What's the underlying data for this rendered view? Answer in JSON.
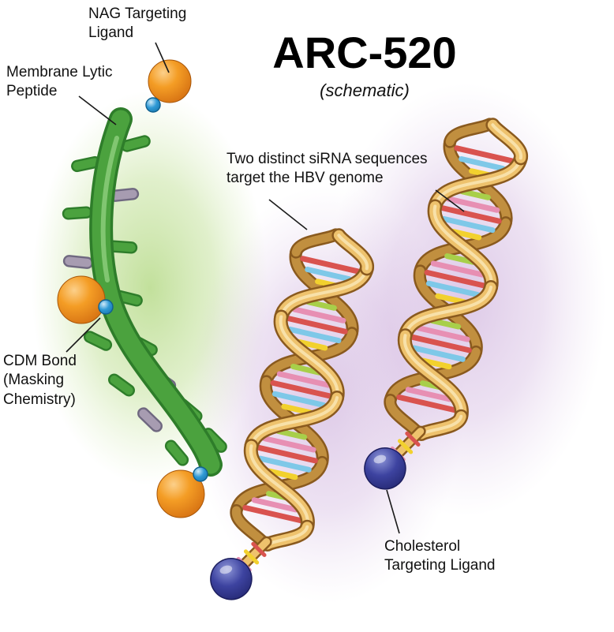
{
  "title": "ARC-520",
  "subtitle": "(schematic)",
  "annotations": {
    "nag_ligand": "NAG Targeting\nLigand",
    "membrane_peptide": "Membrane Lytic\nPeptide",
    "cdm_bond": "CDM Bond\n(Masking\nChemistry)",
    "sirna": "Two distinct siRNA sequences\ntarget the HBV genome",
    "cholesterol_ligand": "Cholesterol\nTargeting Ligand"
  },
  "colors": {
    "peptide": "#4ba23e",
    "peptide_dark": "#2e7d2a",
    "peptide_highlight": "#8ed07e",
    "side_gray": "#a79cb1",
    "side_gray_dark": "#6f6880",
    "helix_front": "#eec26d",
    "helix_back": "#c18f3f",
    "helix_edge": "#8a5a1e",
    "helix_highlight": "#f9e6b4",
    "rungs": [
      "#d9534f",
      "#7ec8e8",
      "#f2d12e",
      "#a8cf4a",
      "#e78fb3"
    ],
    "nag_orange": "#f0941f",
    "connector_blue": "#2a96d4",
    "cholesterol_blue": "#2f3290",
    "glow_green": "#90c74a",
    "glow_purple": "#bb93cf",
    "pointer_line": "#1a1a1a"
  }
}
